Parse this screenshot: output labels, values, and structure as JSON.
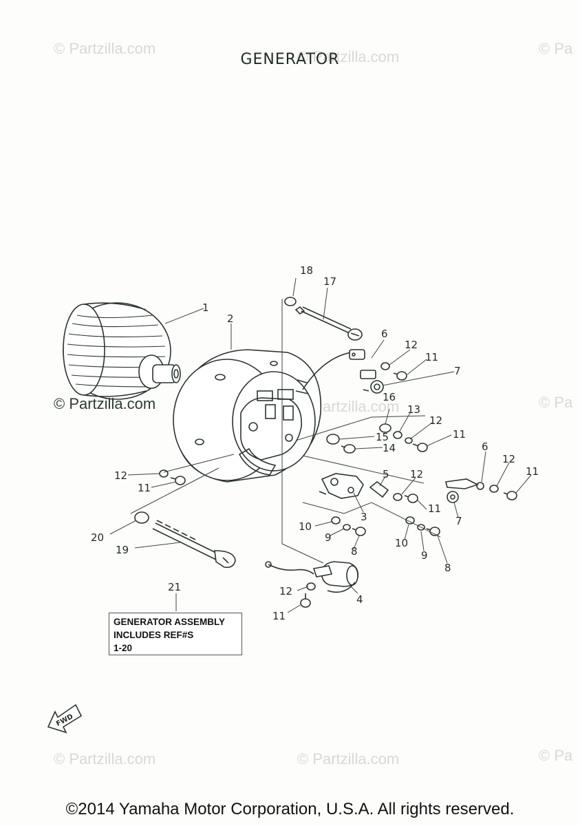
{
  "title": "GENERATOR",
  "watermark": "© Partzilla.com",
  "watermark_cut": "© Pa",
  "callouts": {
    "c1": "1",
    "c2": "2",
    "c3": "3",
    "c4": "4",
    "c5": "5",
    "c6a": "6",
    "c6b": "6",
    "c7a": "7",
    "c7b": "7",
    "c8a": "8",
    "c8b": "8",
    "c9a": "9",
    "c9b": "9",
    "c10a": "10",
    "c10b": "10",
    "c11a": "11",
    "c11b": "11",
    "c11c": "11",
    "c11d": "11",
    "c11e": "11",
    "c11f": "11",
    "c12a": "12",
    "c12b": "12",
    "c12c": "12",
    "c12d": "12",
    "c12e": "12",
    "c12f": "12",
    "c13": "13",
    "c14": "14",
    "c15": "15",
    "c16": "16",
    "c17": "17",
    "c18": "18",
    "c19": "19",
    "c20": "20",
    "c21": "21"
  },
  "note": {
    "line1": "GENERATOR ASSEMBLY",
    "line2": "INCLUDES REF#S",
    "line3": "1-20"
  },
  "fwd_label": "FWD",
  "footer": "©2014 Yamaha Motor Corporation, U.S.A. All rights reserved."
}
